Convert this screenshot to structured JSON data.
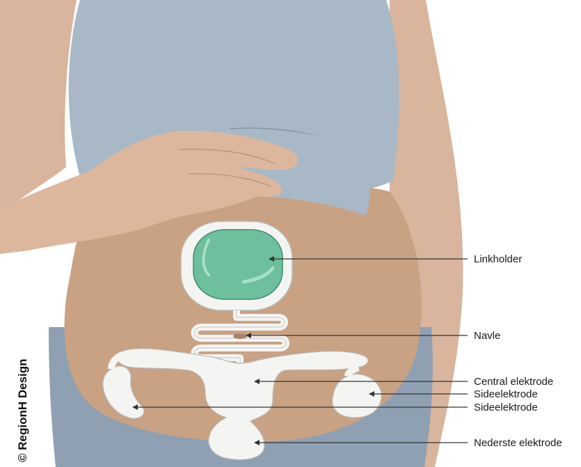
{
  "diagram": {
    "labels": {
      "linkholder": "Linkholder",
      "navle": "Navle",
      "central": "Central elektrode",
      "side_right": "Sideelektrode",
      "side_left": "Sideelektrode",
      "bottom": "Nederste elektrode"
    },
    "copyright": "© RegionH Design"
  },
  "colors": {
    "skin": "#d8b59c",
    "belly": "#c9a283",
    "shirt": "#a6b6c4",
    "pants": "#8fa0b3",
    "device": "#6dbf9d",
    "patch": "#f4f4f2"
  }
}
